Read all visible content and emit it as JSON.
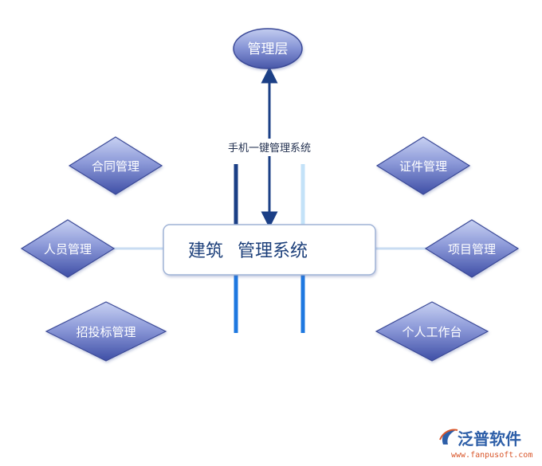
{
  "top_node": {
    "label": "管理层"
  },
  "edge_label": "手机一键管理系统",
  "center": {
    "label_part1": "建筑",
    "label_part2": "管理系统"
  },
  "left_nodes": [
    {
      "label": "合同管理"
    },
    {
      "label": "人员管理"
    },
    {
      "label": "招投标管理"
    }
  ],
  "right_nodes": [
    {
      "label": "证件管理"
    },
    {
      "label": "项目管理"
    },
    {
      "label": "个人工作台"
    }
  ],
  "brand": {
    "name": "泛普软件",
    "url": "www.fanpusoft.com"
  },
  "colors": {
    "node_fill_light": "#b9c4ee",
    "node_fill_dark": "#4d5cae",
    "line_dark": "#1b3f86",
    "line_blue": "#1e78e0",
    "line_light": "#bfe0f8"
  }
}
